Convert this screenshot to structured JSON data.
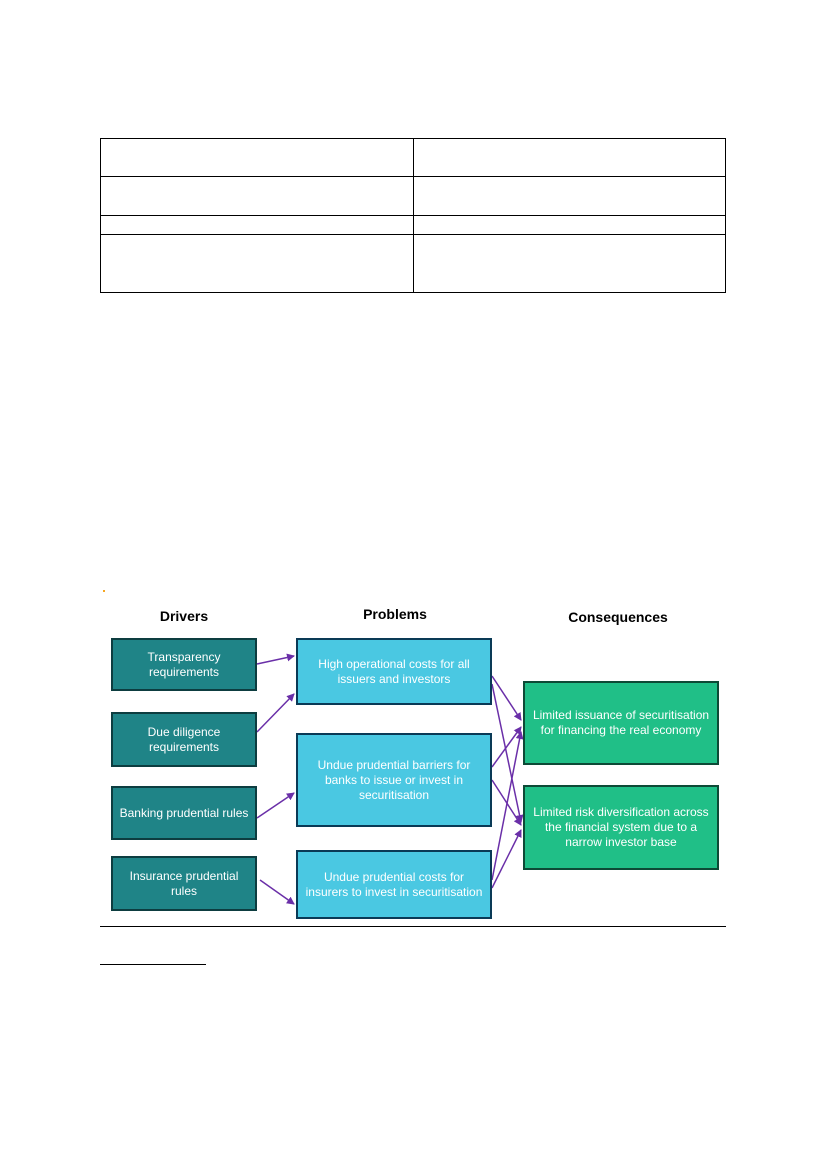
{
  "table": {
    "rows": [
      [
        "",
        ""
      ],
      [
        "",
        ""
      ],
      [
        "",
        ""
      ],
      [
        "",
        ""
      ]
    ]
  },
  "diagram": {
    "headers": {
      "drivers": "Drivers",
      "problems": "Problems",
      "consequences": "Consequences"
    },
    "drivers": [
      "Transparency requirements",
      "Due diligence requirements",
      "Banking prudential rules",
      "Insurance prudential rules"
    ],
    "problems": [
      "High operational costs for all issuers and investors",
      "Undue prudential barriers for banks to issue or invest in securitisation",
      "Undue prudential costs for insurers to invest in securitisation"
    ],
    "consequences": [
      "Limited issuance of securitisation for financing the real economy",
      "Limited risk diversification across the financial system due to a narrow investor base"
    ],
    "colors": {
      "driver": "#1f8487",
      "problem": "#4ac8e2",
      "consequence": "#20bf87",
      "arrow": "#6a2fa8"
    }
  }
}
